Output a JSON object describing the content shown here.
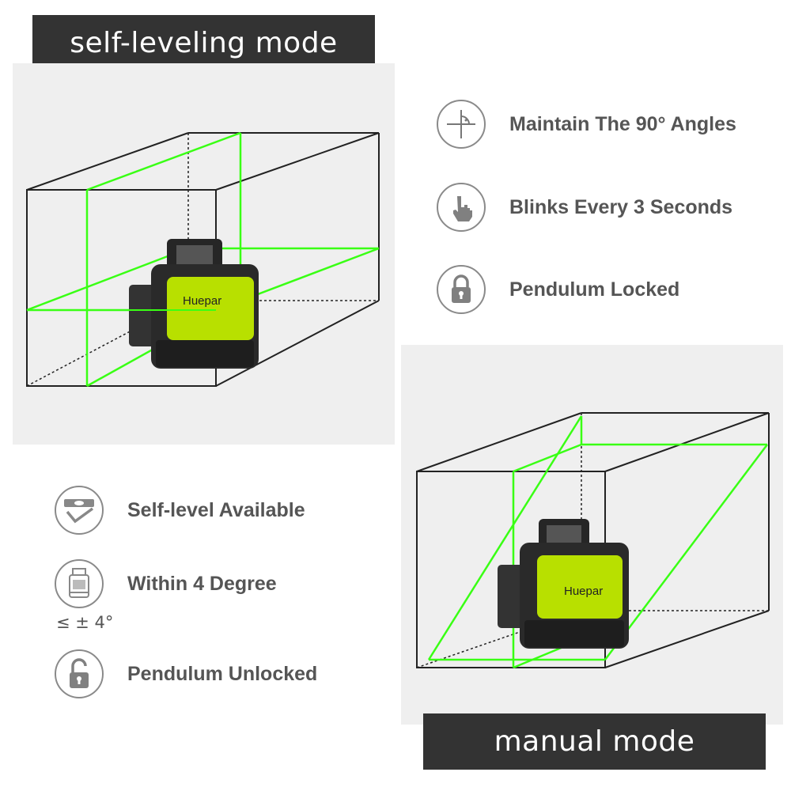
{
  "banners": {
    "top": "self-leveling mode",
    "bottom": "manual mode"
  },
  "features_top": [
    {
      "icon": "angle-crosshair-icon",
      "label": "Maintain The 90° Angles"
    },
    {
      "icon": "hand-pointer-icon",
      "label": "Blinks Every 3 Seconds"
    },
    {
      "icon": "lock-closed-icon",
      "label": "Pendulum Locked"
    }
  ],
  "features_bottom": [
    {
      "icon": "level-check-icon",
      "label": "Self-level Available"
    },
    {
      "icon": "tilt-device-icon",
      "label": "Within 4 Degree",
      "note": "≤ ± 4°"
    },
    {
      "icon": "lock-open-icon",
      "label": "Pendulum Unlocked"
    }
  ],
  "product": {
    "brand": "Huepar"
  },
  "colors": {
    "laser": "#39ff14",
    "device_body": "#2a2a2a",
    "device_accent": "#b8e000",
    "banner_bg": "#333333",
    "panel_bg": "#efefef"
  }
}
